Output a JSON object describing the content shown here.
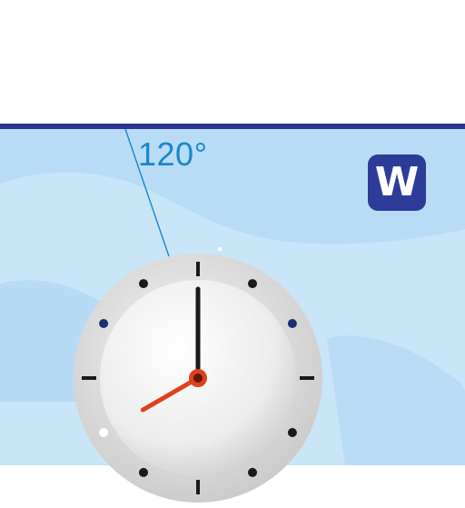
{
  "map": {
    "meridian_label": "120°",
    "colors": {
      "water": "#b8dcf5",
      "land": "#cfe8f8",
      "line": "#1b86cc",
      "border": "#2c3590"
    }
  },
  "logo": {
    "letter": "W",
    "icon": "w-logo-icon",
    "color": "#2d3c99"
  },
  "clock": {
    "icon": "analog-clock-icon",
    "time": {
      "hour": 8,
      "minute": 0
    },
    "colors": {
      "hour_hand": "#e0401c",
      "minute_hand": "#1a1a1a",
      "center": "#e0401c"
    }
  }
}
